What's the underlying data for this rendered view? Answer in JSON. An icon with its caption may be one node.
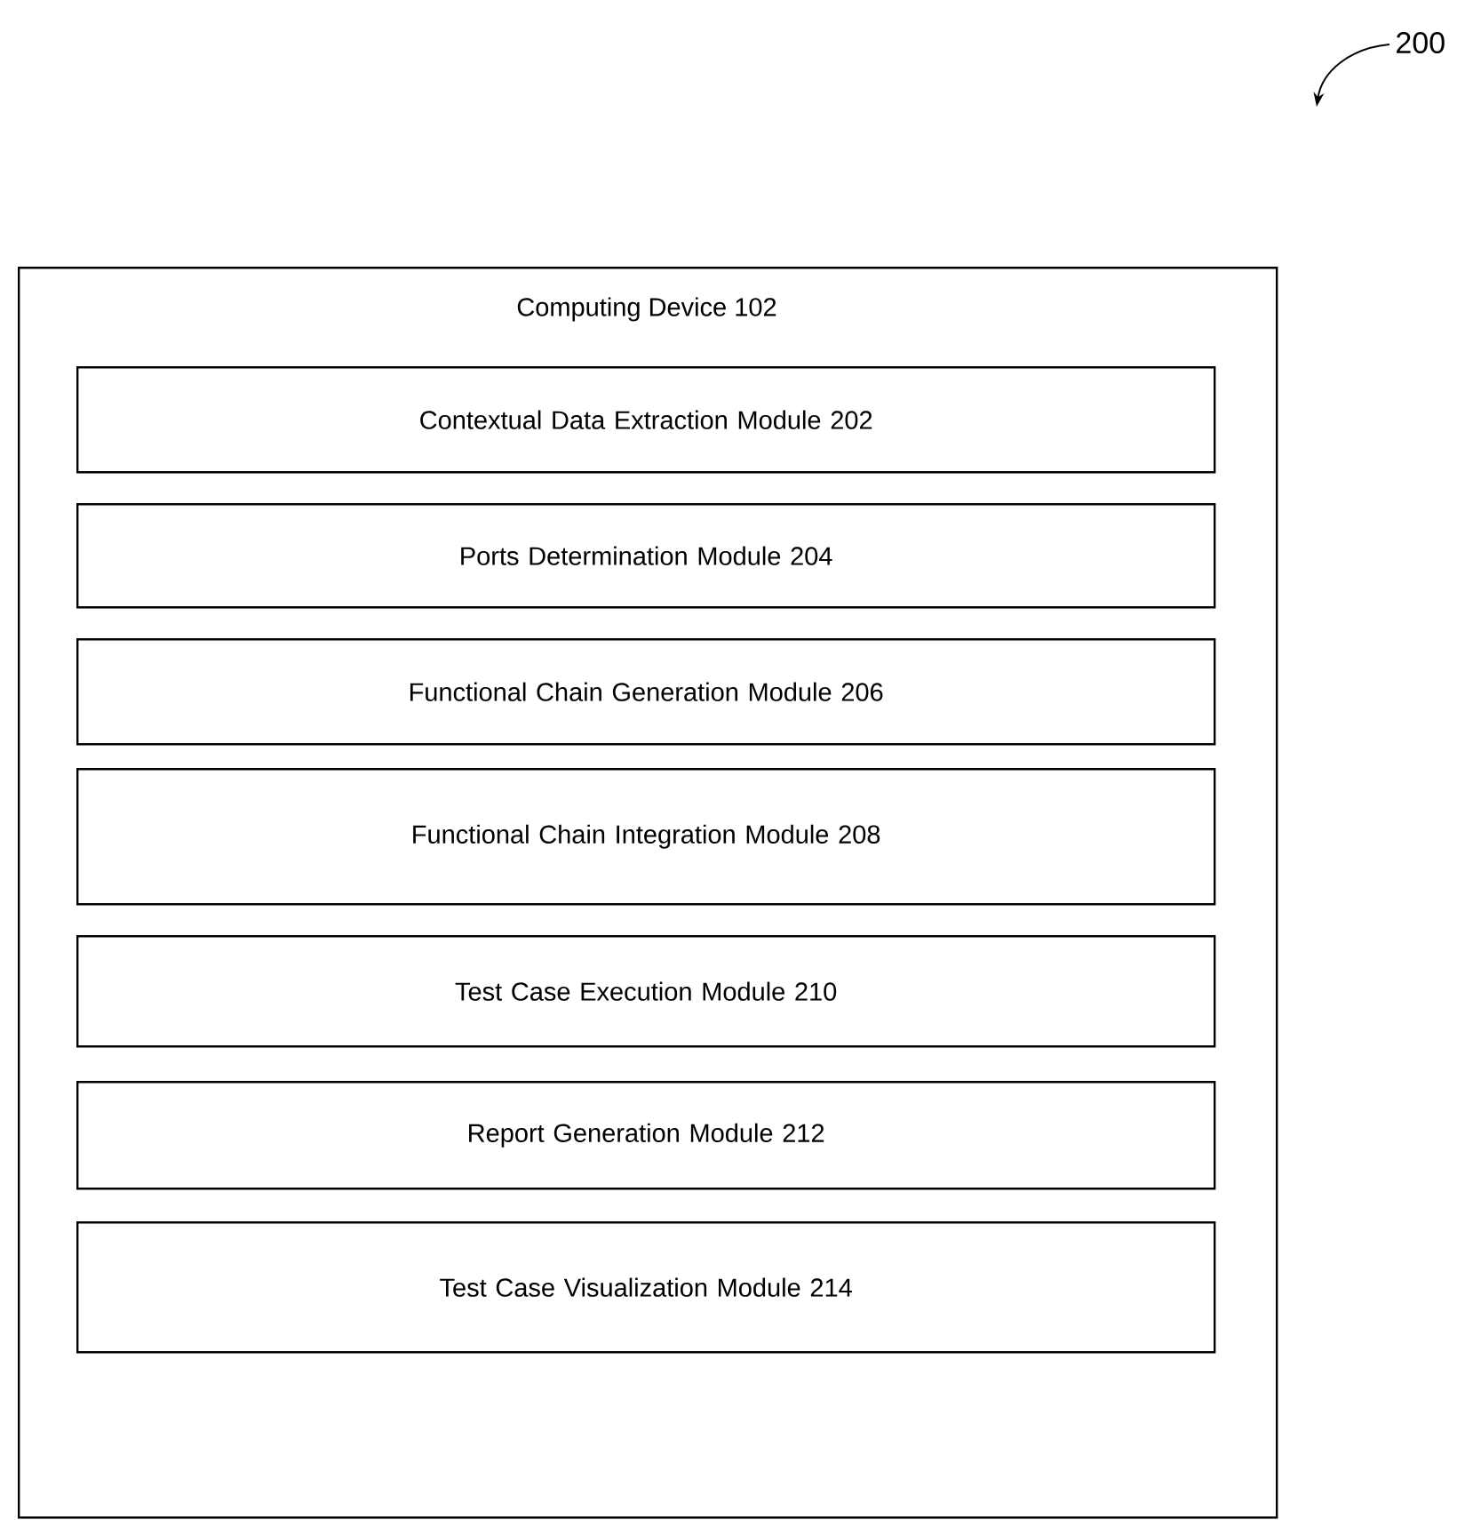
{
  "diagram": {
    "nodes": [
      {
        "text": [
          "Computing Device 102"
        ]
      },
      {
        "text": [
          "Contextual Data Extraction Module 202"
        ],
        "in": 0
      },
      {
        "text": [
          "Ports Determination Module 204"
        ],
        "in": 0
      },
      {
        "text": [
          "Functional Chain Generation Module 206"
        ],
        "in": 0
      },
      {
        "text": [
          "Functional Chain Integration Module 208"
        ],
        "in": 0
      },
      {
        "text": [
          "Test Case Execution Module 210"
        ],
        "in": 0
      },
      {
        "text": [
          "Report Generation Module 212"
        ],
        "in": 0
      },
      {
        "text": [
          "Test Case Visualization Module 214"
        ],
        "in": 0
      }
    ],
    "labels": [
      "200"
    ]
  }
}
